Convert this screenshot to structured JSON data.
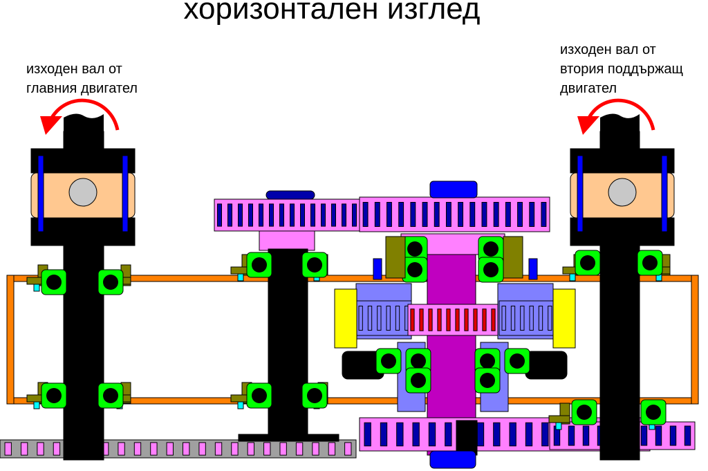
{
  "title": "хоризонтален изглед",
  "left_label": {
    "line1": "изходен вал от",
    "line2": "главния двигател"
  },
  "right_label": {
    "line1": "изходен вал от",
    "line2": "втория поддържащ",
    "line3": "двигател"
  },
  "colors": {
    "shaft": "#000000",
    "frame": "#ff8000",
    "gear": "#ff80ff",
    "tooth": "#0000aa",
    "bearing": "#00ff00",
    "bracket": "#808000",
    "housing": "#8080ff",
    "yellow": "#ffff00",
    "central_shaft": "#c000c0",
    "arrow": "#ff0000",
    "block": "#ffc890",
    "bolt": "#00ffff"
  }
}
